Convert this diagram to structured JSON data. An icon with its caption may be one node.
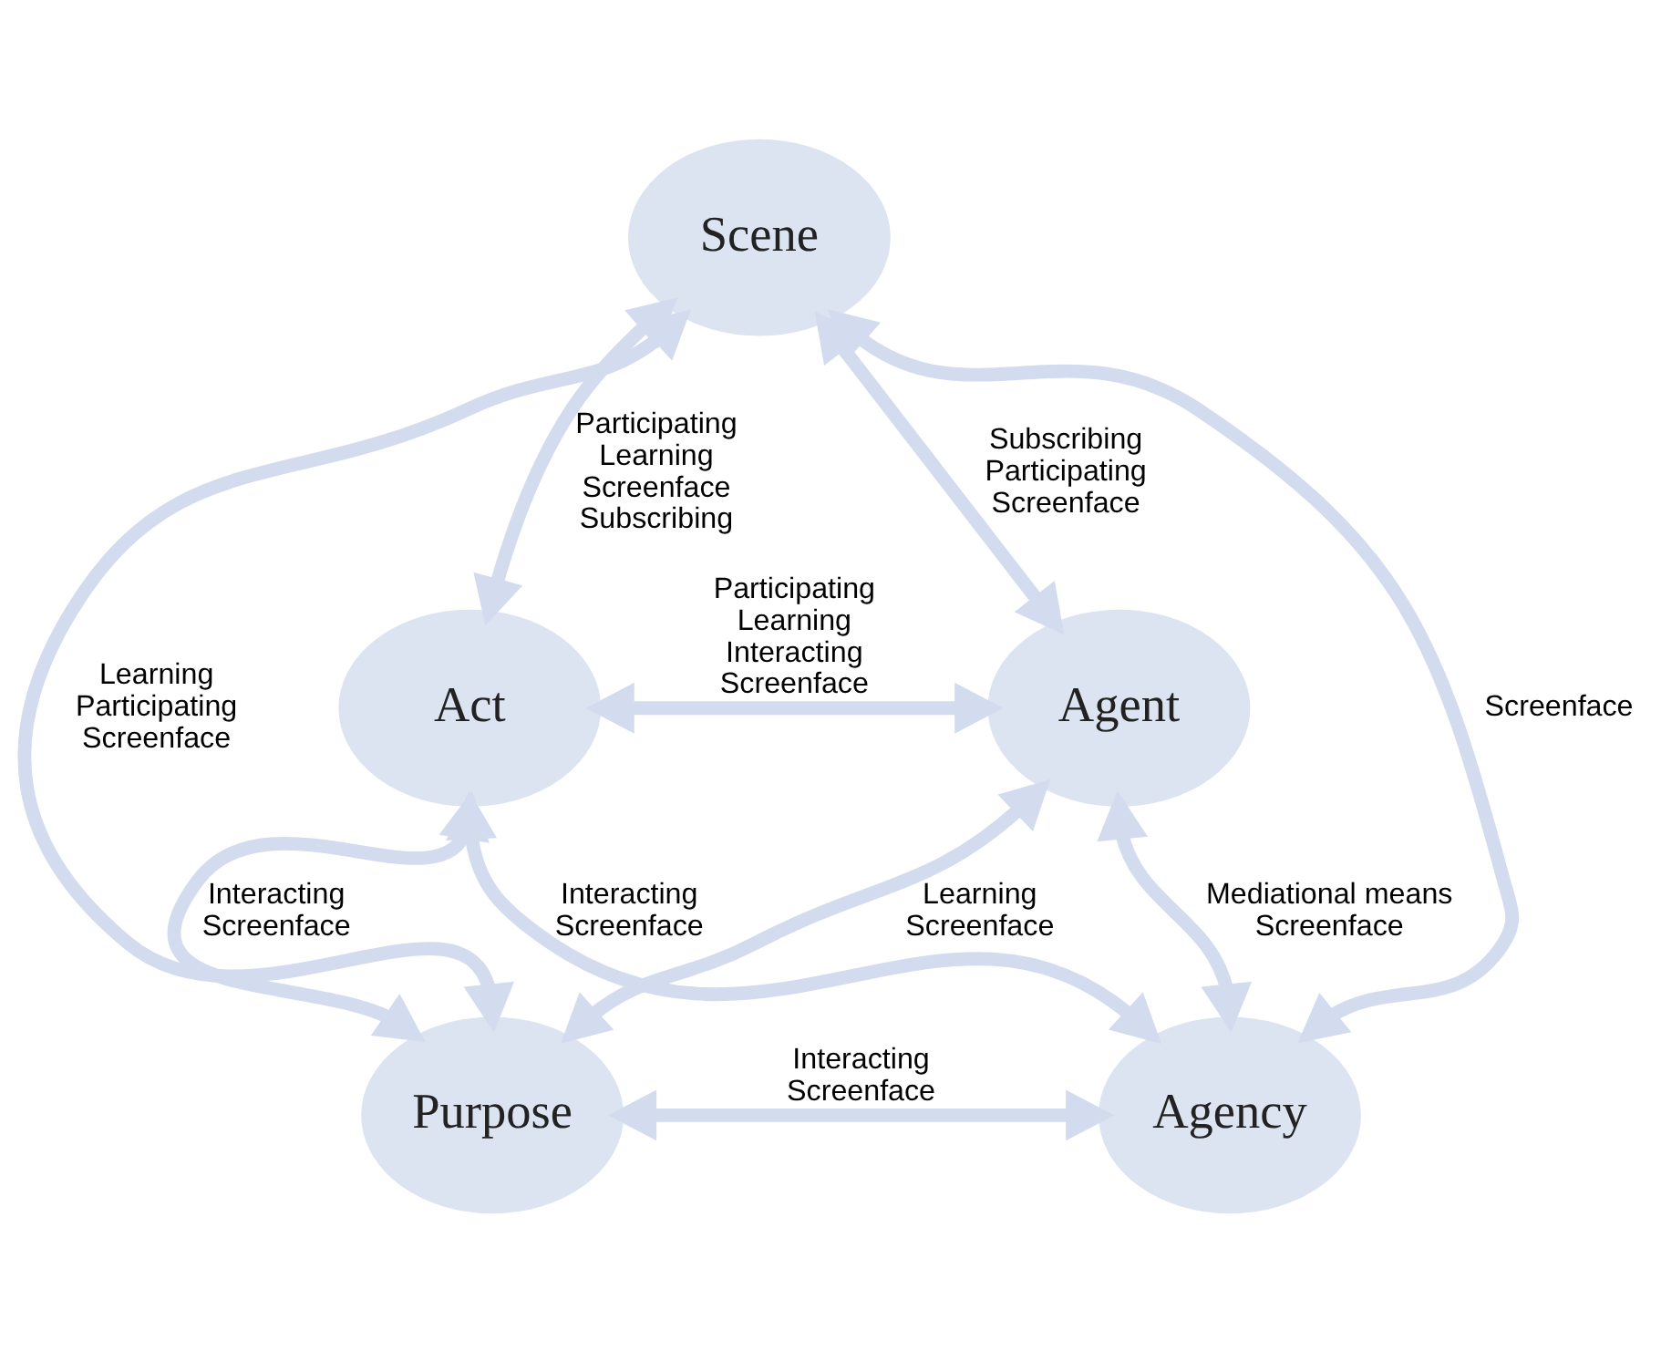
{
  "diagram": {
    "nodes": [
      {
        "text": [
          "Scene"
        ]
      },
      {
        "text": [
          "Act"
        ]
      },
      {
        "text": [
          "Agent"
        ]
      },
      {
        "text": [
          "Purpose"
        ]
      },
      {
        "text": [
          "Agency"
        ]
      }
    ],
    "edges": [
      {
        "from": 1,
        "to": 0,
        "arrow": "both",
        "label": "Participating Learning Screenface Subscribing"
      },
      {
        "from": 0,
        "to": 2,
        "arrow": "both",
        "label": "Subscribing Participating Screenface"
      },
      {
        "from": 1,
        "to": 2,
        "arrow": "both",
        "label": "Participating Learning Interacting Screenface"
      },
      {
        "from": 0,
        "to": 3,
        "arrow": "both",
        "label": "Learning Participating Screenface"
      },
      {
        "from": 0,
        "to": 4,
        "arrow": "both",
        "label": "Screenface"
      },
      {
        "from": 1,
        "to": 4,
        "arrow": "both",
        "label": "Interacting Screenface"
      },
      {
        "from": 2,
        "to": 3,
        "arrow": "both",
        "label": "Learning Screenface"
      },
      {
        "from": 1,
        "to": 3,
        "arrow": "both",
        "label": "Interacting Screenface"
      },
      {
        "from": 2,
        "to": 4,
        "arrow": "both",
        "label": "Mediational means Screenface"
      },
      {
        "from": 3,
        "to": 4,
        "arrow": "both",
        "label": "Interacting Screenface"
      }
    ]
  }
}
